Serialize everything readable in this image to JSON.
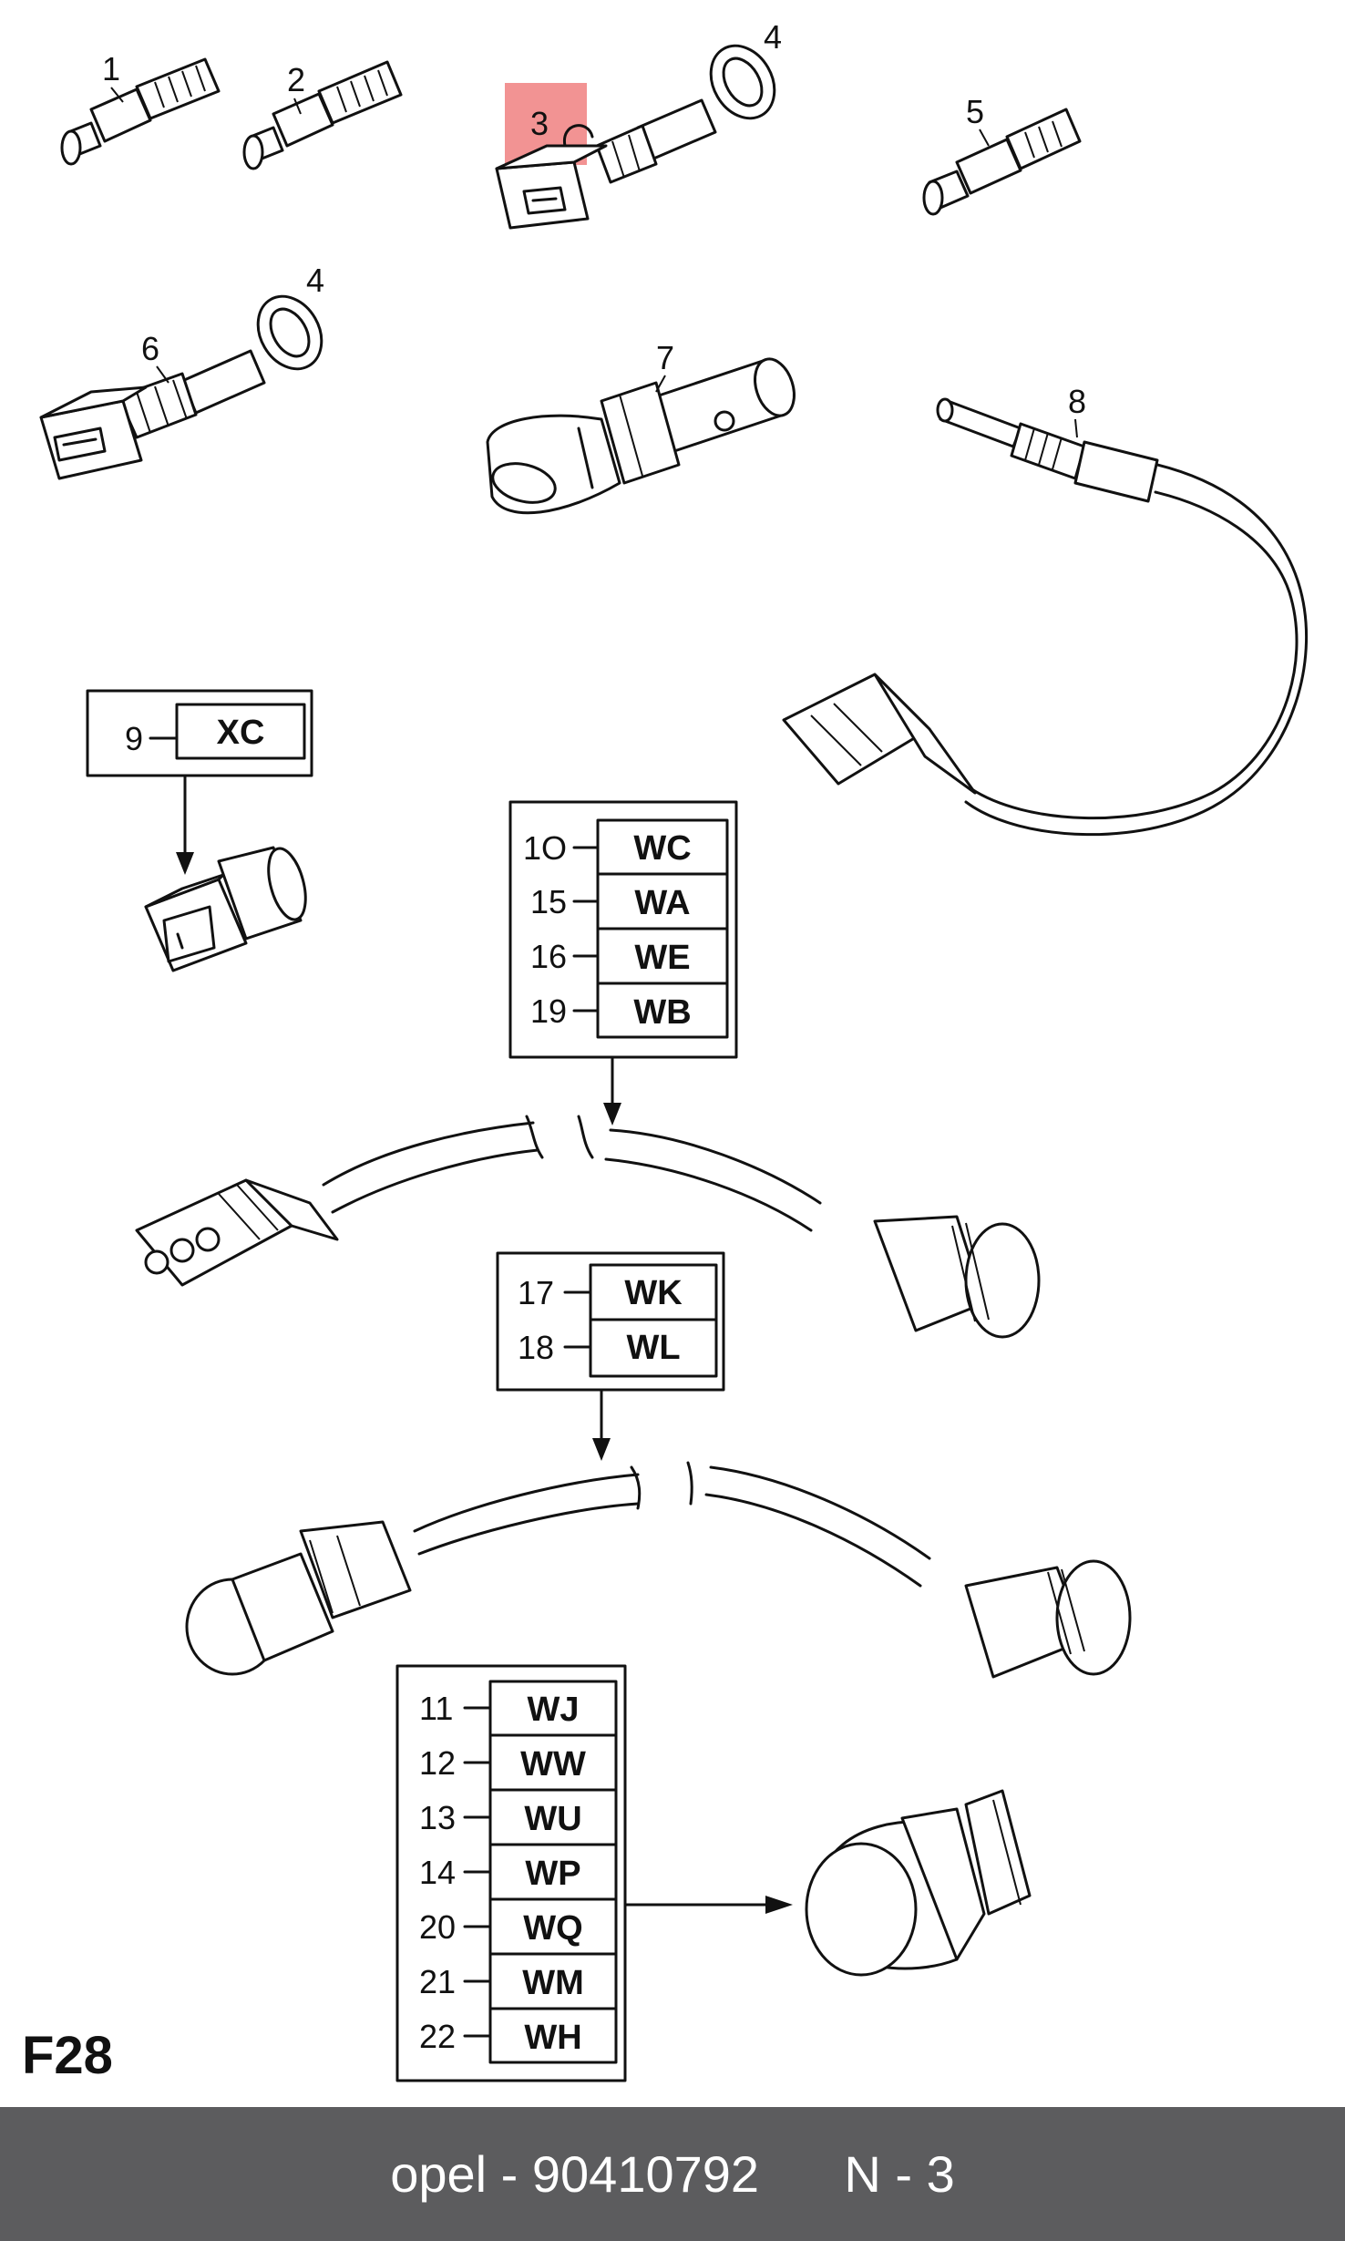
{
  "parts": {
    "p1": "1",
    "p2": "2",
    "p3": "3",
    "p4a": "4",
    "p4b": "4",
    "p5": "5",
    "p6": "6",
    "p7": "7",
    "p8": "8",
    "p9": "9",
    "p10": "1O",
    "p15": "15",
    "p16": "16",
    "p19": "19",
    "p17": "17",
    "p18": "18",
    "p11": "11",
    "p12": "12",
    "p13": "13",
    "p14": "14",
    "p20": "20",
    "p21": "21",
    "p22": "22"
  },
  "codes": {
    "box9": [
      "XC"
    ],
    "box10": [
      "WC",
      "WA",
      "WE",
      "WB"
    ],
    "box17": [
      "WK",
      "WL"
    ],
    "box11": [
      "WJ",
      "WW",
      "WU",
      "WP",
      "WQ",
      "WM",
      "WH"
    ]
  },
  "highlight_color": "#f08080",
  "figure_label": "F28",
  "footer": "opel - 90410792      N - 3"
}
